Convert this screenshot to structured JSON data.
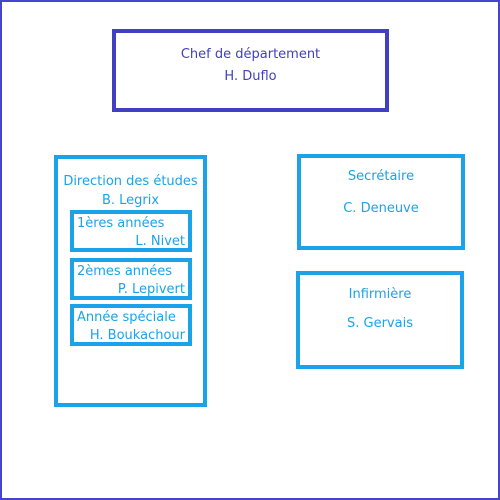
{
  "chef": {
    "title": "Chef de département",
    "name": "H. Duflo"
  },
  "direction": {
    "title": "Direction des études",
    "name": "B. Legrix",
    "sections": [
      {
        "title": "1ères années",
        "name": "L. Nivet"
      },
      {
        "title": "2èmes années",
        "name": "P. Lepivert"
      },
      {
        "title": "Année spéciale",
        "name": "H. Boukachour"
      }
    ]
  },
  "secretaire": {
    "title": "Secrétaire",
    "name": "C. Deneuve"
  },
  "infirmiere": {
    "title": "Infirmière",
    "name": "S. Gervais"
  },
  "colors": {
    "dark_blue": "#4040c0",
    "light_blue": "#1aa3e8",
    "outer_border": "#4444cc"
  }
}
